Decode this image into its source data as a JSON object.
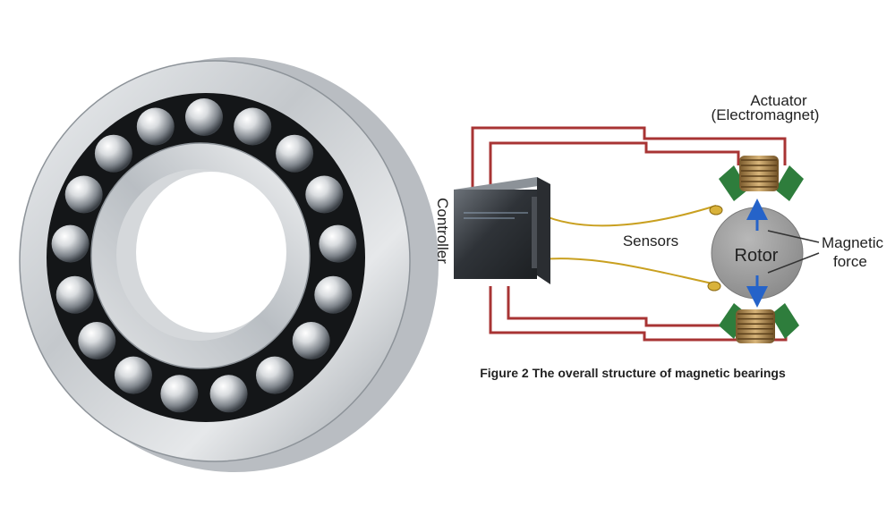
{
  "diagram": {
    "labels": {
      "actuator_line1": "Actuator",
      "actuator_line2": "(Electromagnet)",
      "controller": "Controller",
      "sensors": "Sensors",
      "rotor": "Rotor",
      "magnetic_line1": "Magnetic",
      "magnetic_line2": "force",
      "caption": "Figure 2 The overall structure of magnetic bearings"
    }
  },
  "colors": {
    "wire": "#a83434",
    "sensor_wire": "#c9a020",
    "electromagnet": "#2e7d3c",
    "rotor": "#9a9a9a",
    "force_arrow": "#2563c9",
    "steel": "#c9ccd0"
  }
}
